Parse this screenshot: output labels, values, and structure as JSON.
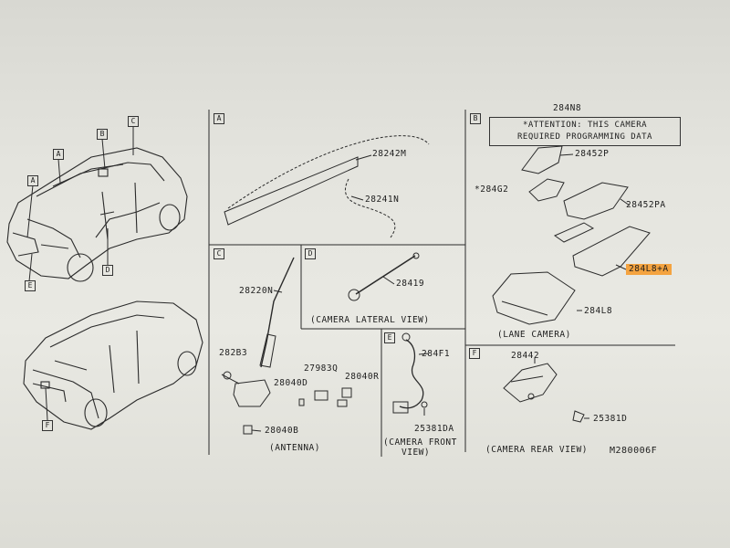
{
  "sections": {
    "A": {
      "letter": "A",
      "parts": [
        "28242M",
        "28241N"
      ]
    },
    "B": {
      "letter": "B",
      "notice_line1": "*ATTENTION: THIS CAMERA",
      "notice_line2": "REQUIRED PROGRAMMING DATA",
      "parts": {
        "p1": "284N8",
        "p2": "28452P",
        "p3": "*284G2",
        "p4": "28452PA",
        "p5": "284L8+A",
        "p6": "284L8"
      },
      "caption": "(LANE CAMERA)"
    },
    "C": {
      "letter": "C",
      "parts": {
        "p1": "28220N",
        "p2": "282B3",
        "p3": "27983Q",
        "p4": "28040D",
        "p5": "28040R",
        "p6": "28040B"
      },
      "caption": "(ANTENNA)"
    },
    "D": {
      "letter": "D",
      "parts": {
        "p1": "28419"
      },
      "caption": "(CAMERA LATERAL VIEW)"
    },
    "E": {
      "letter": "E",
      "parts": {
        "p1": "284F1",
        "p2": "25381DA"
      },
      "caption_line1": "(CAMERA FRONT",
      "caption_line2": "VIEW)"
    },
    "F": {
      "letter": "F",
      "parts": {
        "p1": "28442",
        "p2": "25381D"
      },
      "caption": "(CAMERA REAR VIEW)"
    }
  },
  "car_callouts": {
    "top_c": "C",
    "top_b": "B",
    "top_a1": "A",
    "top_a2": "A",
    "top_d": "D",
    "top_e": "E",
    "rear_f": "F"
  },
  "diagram_id": "M280006F",
  "colors": {
    "highlight": "#f4a340",
    "ink": "#1d1d1d",
    "paper": "#e6e6e0"
  }
}
